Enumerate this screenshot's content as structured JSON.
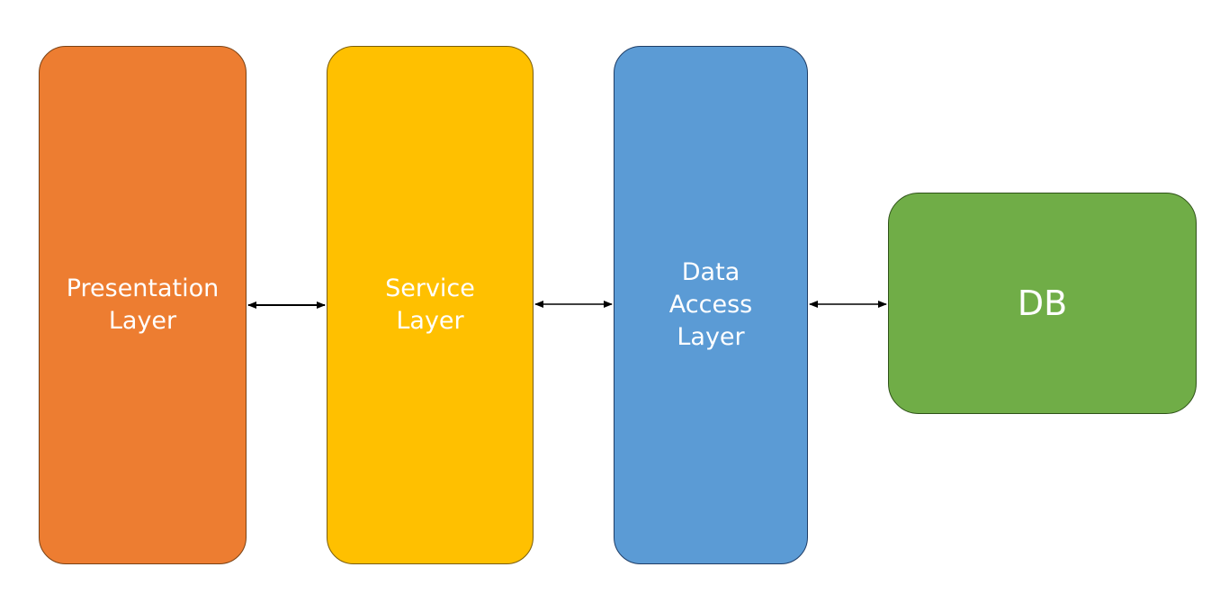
{
  "diagram": {
    "blocks": [
      {
        "id": "presentation",
        "lines": [
          "Presentation",
          "Layer"
        ],
        "color": "#ED7D31"
      },
      {
        "id": "service",
        "lines": [
          "Service",
          "Layer"
        ],
        "color": "#FFC000"
      },
      {
        "id": "data_access",
        "lines": [
          "Data",
          "Access",
          "Layer"
        ],
        "color": "#5B9BD5"
      },
      {
        "id": "db",
        "lines": [
          "DB"
        ],
        "color": "#70AD47"
      }
    ],
    "connectors": [
      {
        "from": "presentation",
        "to": "service",
        "type": "bidirectional-arrow"
      },
      {
        "from": "service",
        "to": "data_access",
        "type": "bidirectional-arrow"
      },
      {
        "from": "data_access",
        "to": "db",
        "type": "bidirectional-arrow"
      }
    ]
  }
}
